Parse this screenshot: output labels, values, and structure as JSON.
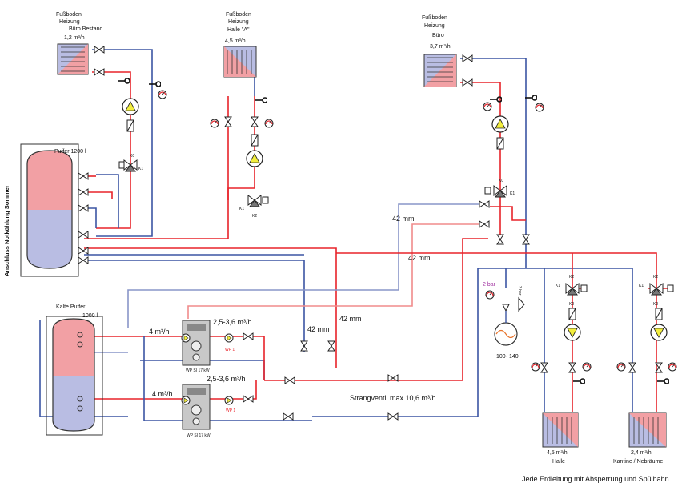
{
  "title": "",
  "emitters": {
    "buero_bestand": {
      "l1": "Fußboden",
      "l2": "Heizung",
      "l3": "Büro Bestand",
      "flow": "1,2 m³/h"
    },
    "halle_a": {
      "l1": "Fußboden",
      "l2": "Heizung",
      "l3": "Halle \"A\"",
      "flow": "4,5 m³/h"
    },
    "buero": {
      "l1": "Fußboden",
      "l2": "Heizung",
      "l3": "Büro",
      "flow": "3,7 m³/h"
    },
    "halle": {
      "flow": "4,5 m³/h",
      "name": "Halle"
    },
    "kantine": {
      "flow": "2,4 m³/h",
      "name": "Kantine / Nebräume"
    }
  },
  "puffer": {
    "label": "Puffer 1200 l",
    "side": "Anschluss Notkühlung Sommer"
  },
  "kalte_puffer": {
    "label": "Kalte Puffer",
    "volume": "1000 l"
  },
  "heatpumps": {
    "wp1": {
      "flow_left": "4 m³/h",
      "flow_right": "2,5-3,6 m³/h",
      "tag": "WP 1",
      "model": "WP SI 17 kW"
    },
    "wp2": {
      "flow_left": "4 m³/h",
      "flow_right": "2,5-3,6 m³/h",
      "tag": "WP 1",
      "model": "WP SI 17 kW"
    }
  },
  "pipes": {
    "a": "42 mm",
    "b": "42 mm",
    "c": "42 mm",
    "d": "42 mm"
  },
  "expansion": {
    "pressure": "2 bar",
    "relief": "3 bar",
    "volume": "100- 140l"
  },
  "strangventil": "Strangventil max 10,6 m³/h",
  "valve_tags": {
    "k0": "K0",
    "k1": "K1",
    "k2": "K2"
  },
  "footer": "Jede Erdleitung mit Absperrung und Spülhahn",
  "colors": {
    "supply": "#e8232a",
    "return": "#3b55a3",
    "tank_warm": "#f2a0a4",
    "tank_cold": "#b9bde3"
  }
}
